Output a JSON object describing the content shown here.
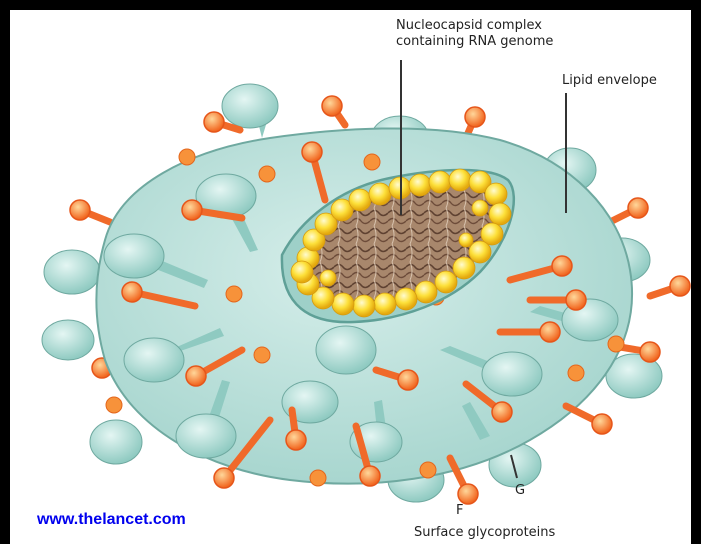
{
  "labels": {
    "nucleocapsid_line1": "Nucleocapsid complex",
    "nucleocapsid_line2": "containing RNA genome",
    "lipid_envelope": "Lipid envelope",
    "glycoprotein_g": "G",
    "glycoprotein_f": "F",
    "surface_glycoproteins": "Surface glycoproteins"
  },
  "source": {
    "text": "www.thelancet.com"
  },
  "colors": {
    "envelope_fill": "#bde2dc",
    "envelope_stroke": "#6fa9a0",
    "g_protein": "#9fd3cb",
    "f_protein_stalk": "#f06a2a",
    "f_protein_head": "#f7a03a",
    "capsid_yellow": "#f8d21c",
    "genome_brown": "#9a7a62",
    "source_link": "#0000ee"
  }
}
